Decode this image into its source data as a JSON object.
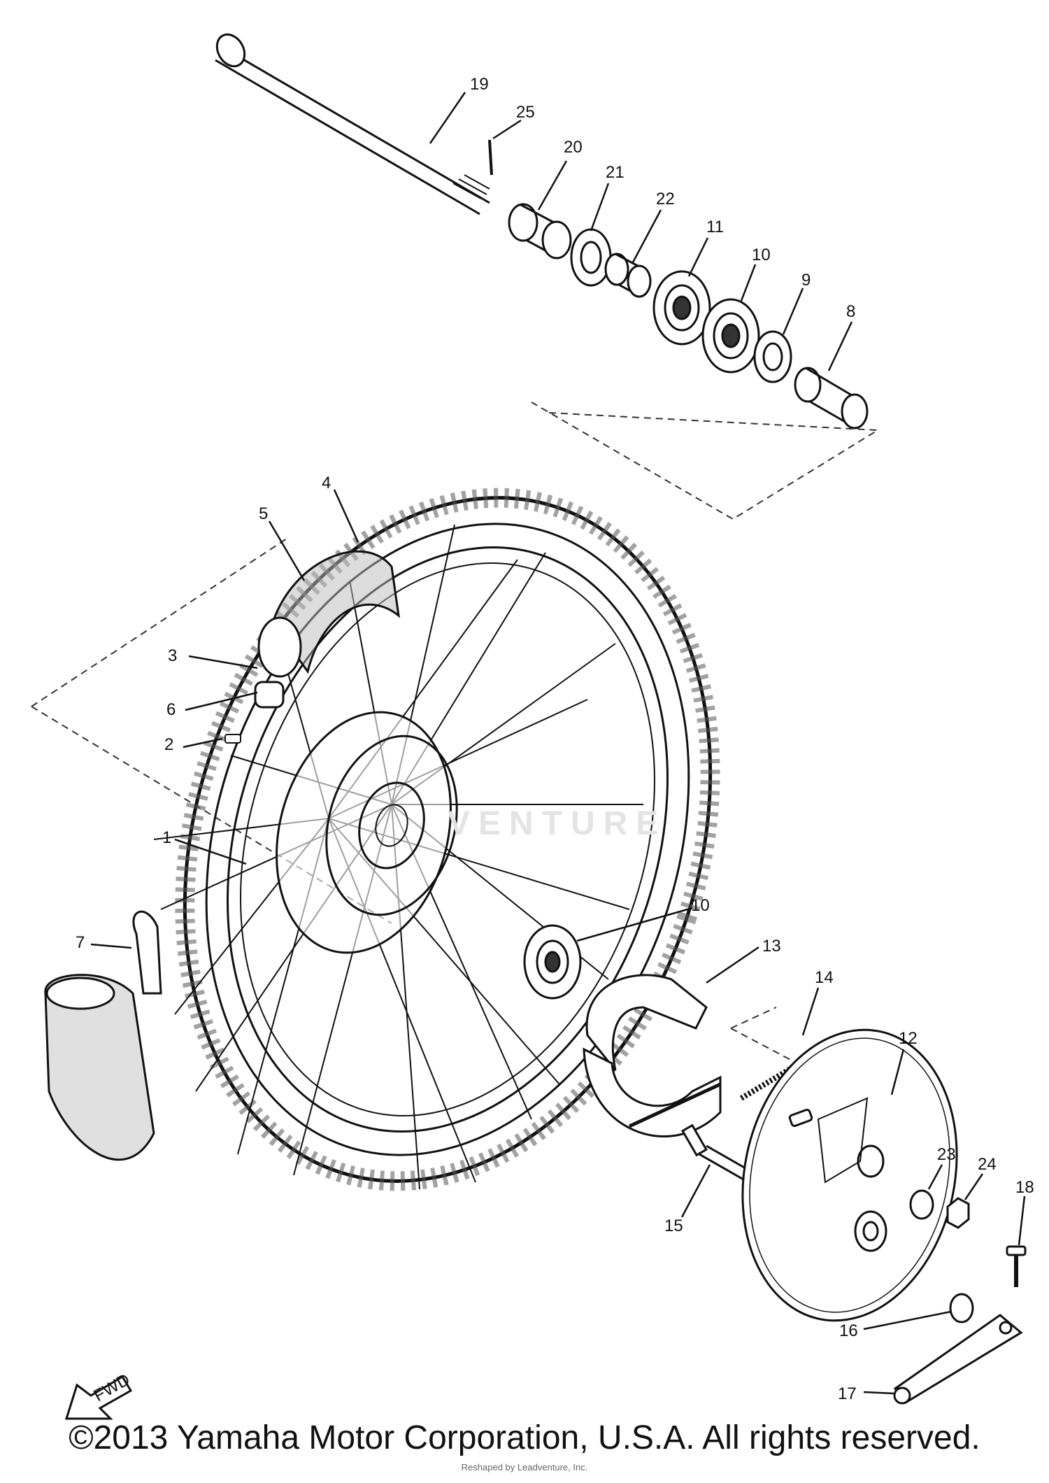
{
  "diagram": {
    "callouts": [
      "19",
      "25",
      "20",
      "21",
      "22",
      "11",
      "10",
      "9",
      "8",
      "4",
      "5",
      "3",
      "6",
      "2",
      "1",
      "7",
      "10",
      "13",
      "14",
      "12",
      "23",
      "24",
      "18",
      "15",
      "16",
      "17"
    ],
    "direction_tag": "FWD",
    "watermark": "VENTURE"
  },
  "footer": {
    "copyright": "©2013 Yamaha Motor Corporation, U.S.A. All rights reserved.",
    "credit": "Reshaped by Leadventure, Inc."
  }
}
